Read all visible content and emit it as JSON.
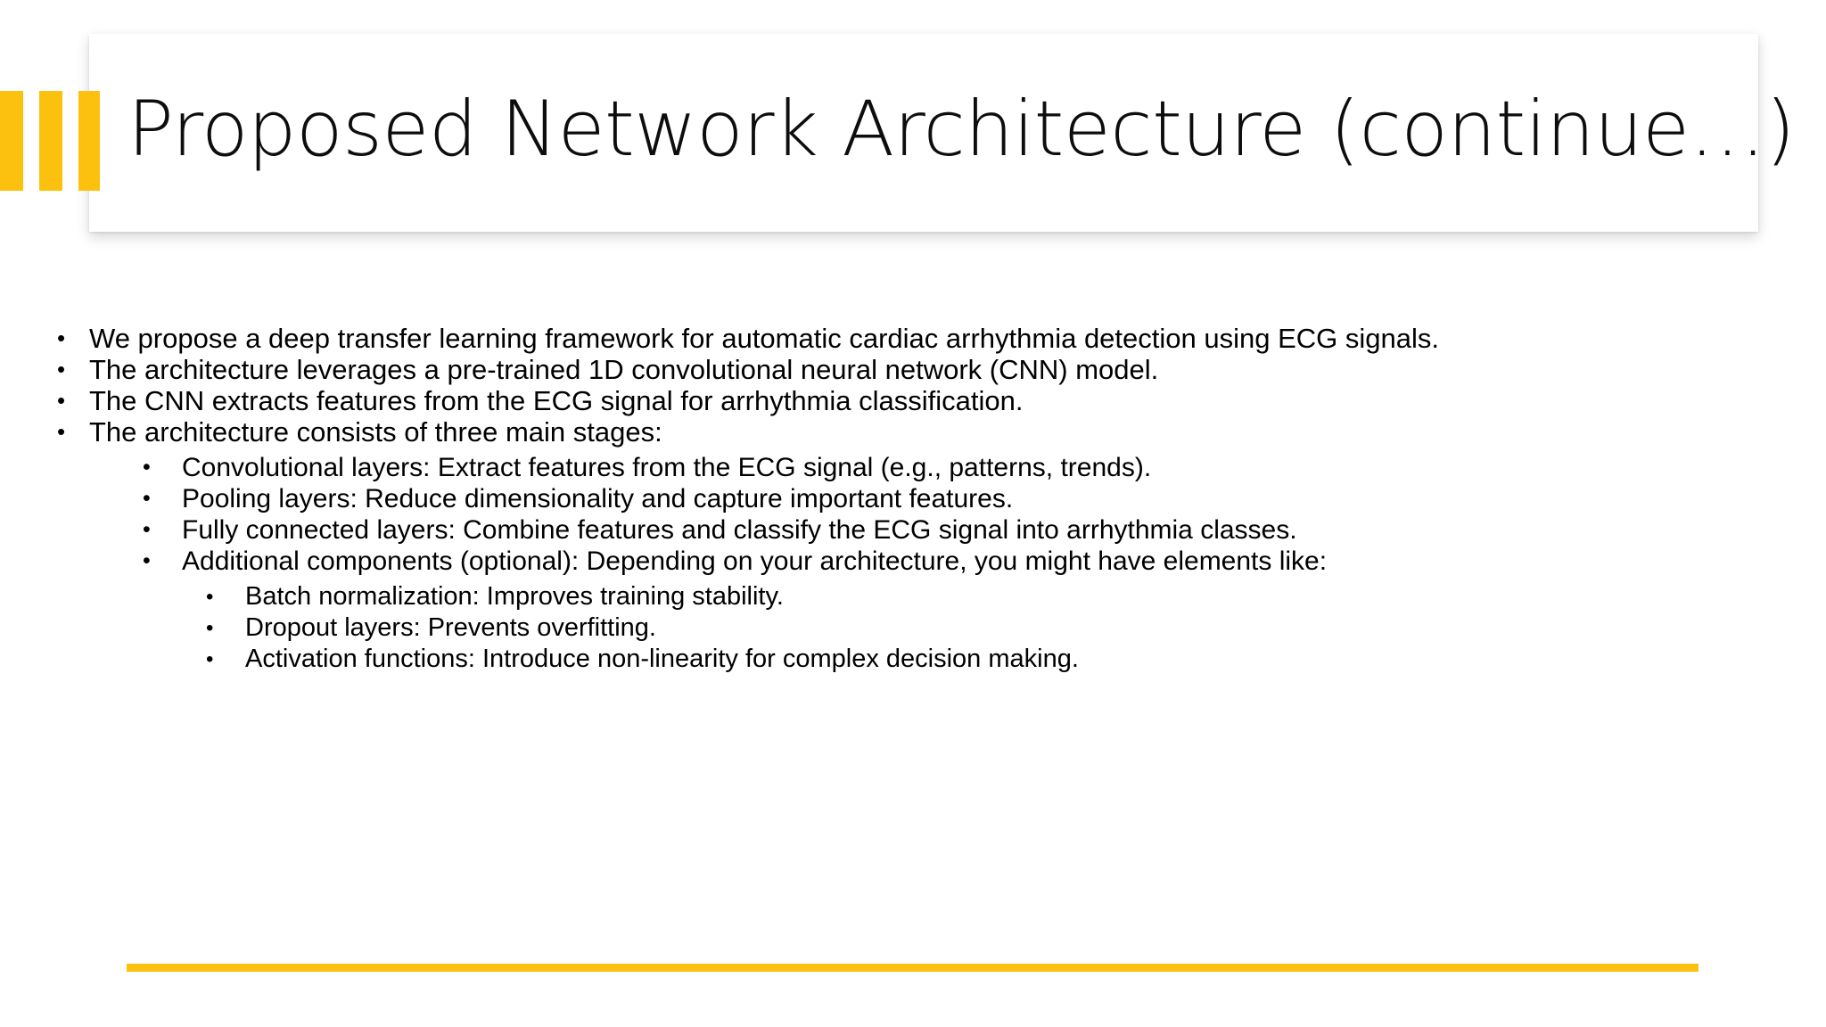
{
  "slide": {
    "title": "Proposed Network Architecture (continue…)",
    "accent_color": "#FCC10F",
    "text_color": "#000000",
    "background_color": "#FFFFFF",
    "bullet_glyph": "•",
    "bars": [
      {
        "name": "accent-bar-1"
      },
      {
        "name": "accent-bar-2"
      },
      {
        "name": "accent-bar-3"
      }
    ],
    "body": [
      {
        "level": 1,
        "text": "We propose a deep transfer learning framework for automatic cardiac arrhythmia detection using ECG signals."
      },
      {
        "level": 1,
        "text": "The architecture leverages a pre-trained 1D convolutional neural network (CNN) model."
      },
      {
        "level": 1,
        "text": "The CNN extracts features from the ECG signal for arrhythmia classification."
      },
      {
        "level": 1,
        "text": "The architecture consists of three main stages:"
      },
      {
        "level": 2,
        "text": "Convolutional layers: Extract features from the ECG signal (e.g., patterns, trends)."
      },
      {
        "level": 2,
        "text": "Pooling layers: Reduce dimensionality and capture important features."
      },
      {
        "level": 2,
        "text": "Fully connected layers: Combine features and classify the ECG signal into arrhythmia classes."
      },
      {
        "level": 2,
        "text": "Additional components (optional): Depending on your architecture, you might have elements like:"
      },
      {
        "level": 3,
        "text": "Batch normalization: Improves training stability."
      },
      {
        "level": 3,
        "text": "Dropout layers: Prevents overfitting."
      },
      {
        "level": 3,
        "text": "Activation functions: Introduce non-linearity for complex decision making."
      }
    ]
  }
}
